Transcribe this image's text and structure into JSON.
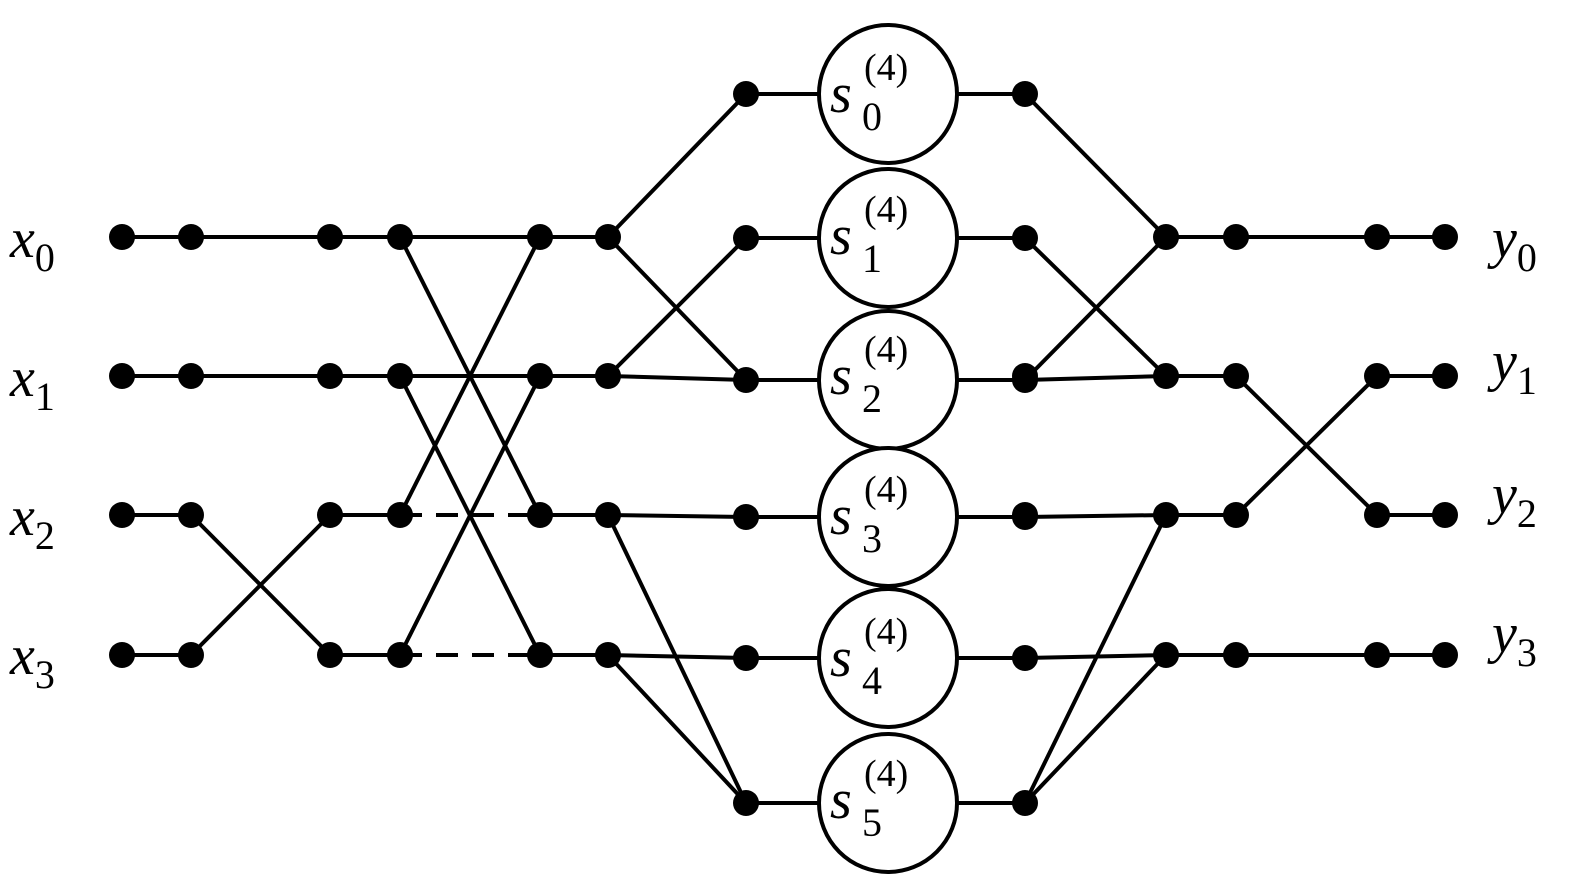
{
  "inputs": [
    {
      "name": "x",
      "sub": "0"
    },
    {
      "name": "x",
      "sub": "1"
    },
    {
      "name": "x",
      "sub": "2"
    },
    {
      "name": "x",
      "sub": "3"
    }
  ],
  "outputs": [
    {
      "name": "y",
      "sub": "0"
    },
    {
      "name": "y",
      "sub": "1"
    },
    {
      "name": "y",
      "sub": "2"
    },
    {
      "name": "y",
      "sub": "3"
    }
  ],
  "switches": [
    {
      "name": "s",
      "sub": "0",
      "sup": "(4)"
    },
    {
      "name": "s",
      "sub": "1",
      "sup": "(4)"
    },
    {
      "name": "s",
      "sub": "2",
      "sup": "(4)"
    },
    {
      "name": "s",
      "sub": "3",
      "sup": "(4)"
    },
    {
      "name": "s",
      "sub": "4",
      "sup": "(4)"
    },
    {
      "name": "s",
      "sub": "5",
      "sup": "(4)"
    }
  ],
  "colors": {
    "ink": "#000000",
    "background": "#ffffff"
  }
}
